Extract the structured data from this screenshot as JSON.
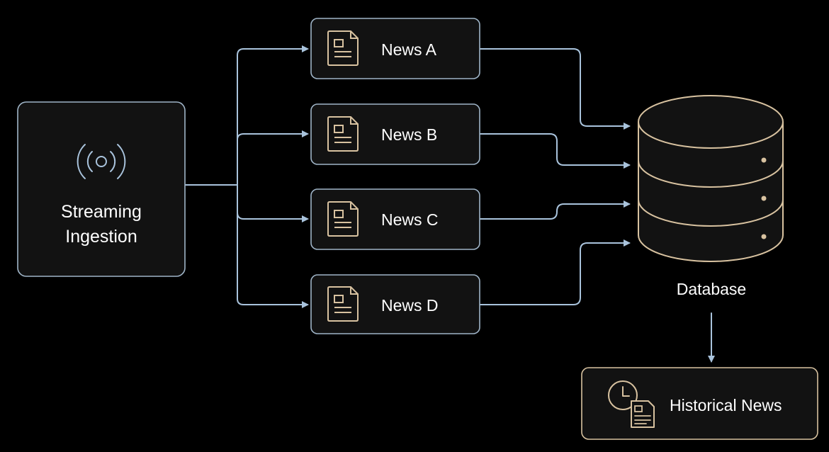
{
  "colors": {
    "background": "#000000",
    "node_stroke_blue": "#9fb4c7",
    "node_stroke_tan": "#d8c2a0",
    "connector": "#a9c3dc",
    "icon_tan": "#d8c2a0",
    "text": "#ffffff"
  },
  "source": {
    "label_line1": "Streaming",
    "label_line2": "Ingestion",
    "icon": "broadcast-signal-icon"
  },
  "news_items": [
    {
      "label": "News A",
      "icon": "document-icon"
    },
    {
      "label": "News B",
      "icon": "document-icon"
    },
    {
      "label": "News C",
      "icon": "document-icon"
    },
    {
      "label": "News D",
      "icon": "document-icon"
    }
  ],
  "database": {
    "label": "Database",
    "icon": "database-cylinder-icon"
  },
  "archive": {
    "label": "Historical News",
    "icon": "clock-document-icon"
  }
}
